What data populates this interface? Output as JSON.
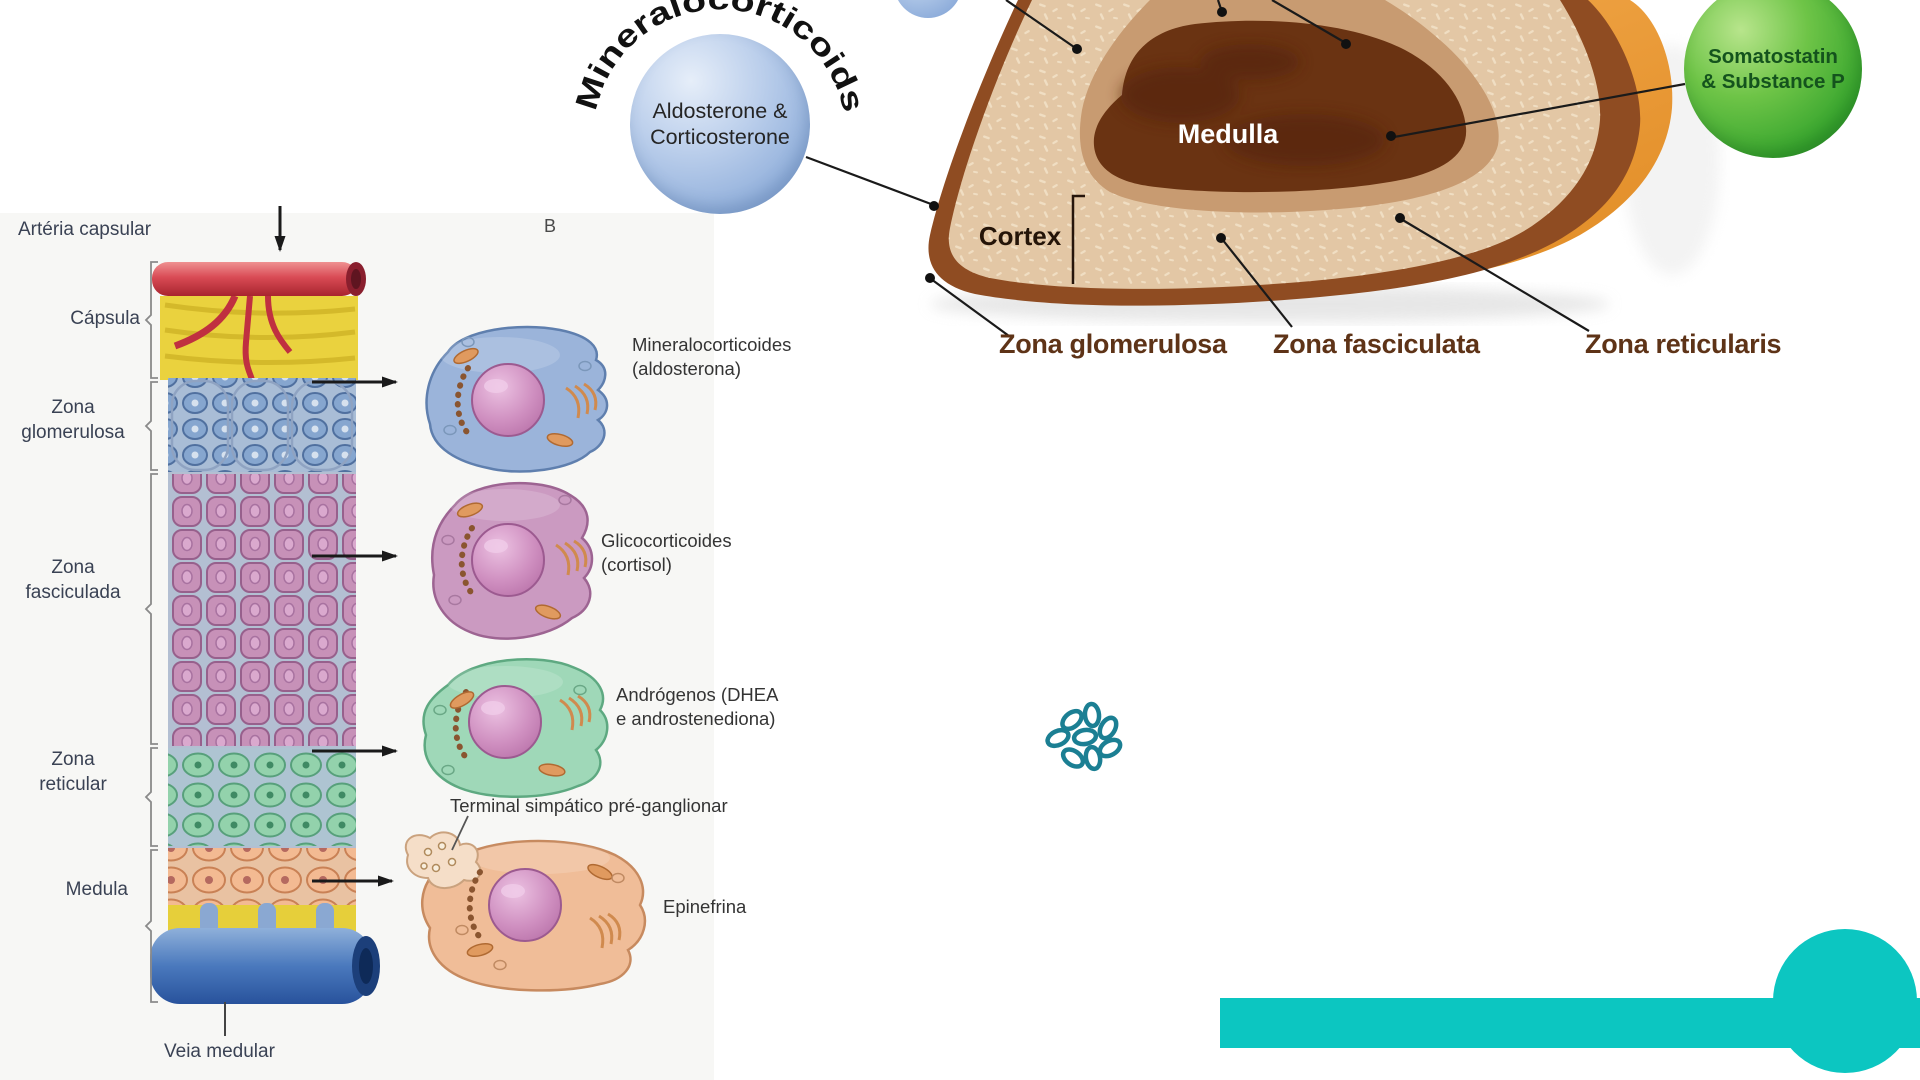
{
  "colors": {
    "teal_accent": "#0cc6c1",
    "teal_icon_stroke": "#1b7f93",
    "blue_sphere": "#8fafdb",
    "green_sphere": "#3fae31",
    "gland_rim_brown": "#8f4c22",
    "gland_orange": "#ef9a35",
    "medulla_brown": "#6a3312",
    "zona_label_brown": "#5e3317"
  },
  "histology_panel": {
    "artery_label": "Artéria capsular",
    "panel_letter": "B",
    "layer_labels": {
      "capsula": "Cápsula",
      "zona_glomerulosa": {
        "l1": "Zona",
        "l2": "glomerulosa"
      },
      "zona_fasciculada": {
        "l1": "Zona",
        "l2": "fasciculada"
      },
      "zona_reticular": {
        "l1": "Zona",
        "l2": "reticular"
      },
      "medula": "Medula",
      "veia_medular": "Veia medular"
    },
    "cell_labels": {
      "mineralocorticoides": {
        "l1": "Mineralocorticoides",
        "l2": "(aldosterona)"
      },
      "glicocorticoides": {
        "l1": "Glicocorticoides",
        "l2": "(cortisol)"
      },
      "androgenos": {
        "l1": "Andrógenos (DHEA",
        "l2": "e androstenediona)"
      },
      "terminal": "Terminal simpático pré-ganglionar",
      "epinefrina": "Epinefrina"
    }
  },
  "gland_panel": {
    "curved_title": "Mineralocorticoids",
    "blue_sphere": {
      "l1": "Aldosterone &",
      "l2": "Corticosterone"
    },
    "green_sphere": {
      "l1": "Somatostatin",
      "l2": "& Substance P"
    },
    "medulla": "Medulla",
    "cortex": "Cortex",
    "zona_glomerulosa": "Zona glomerulosa",
    "zona_fasciculata": "Zona fasciculata",
    "zona_reticularis": "Zona reticularis"
  }
}
